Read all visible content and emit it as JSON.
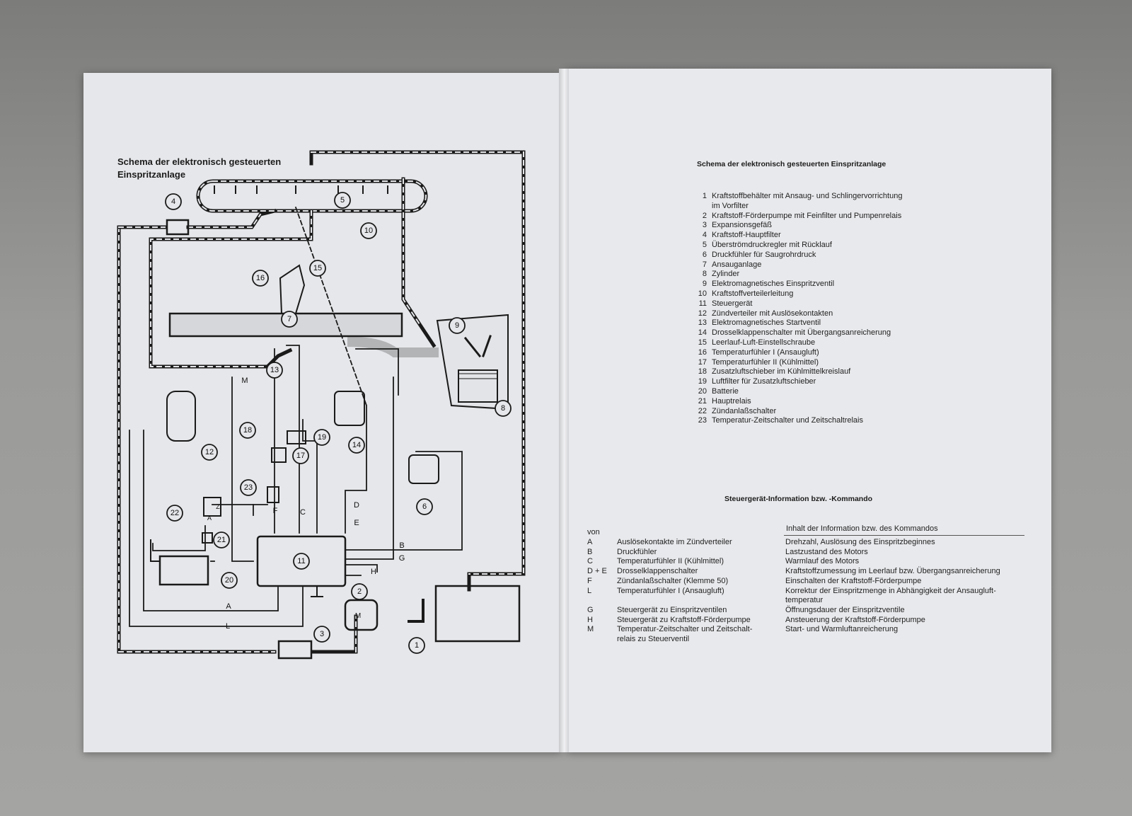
{
  "left_page": {
    "title_line1": "Schema der elektronisch gesteuerten",
    "title_line2": "Einspritzanlage",
    "callouts": [
      "1",
      "2",
      "3",
      "4",
      "5",
      "6",
      "7",
      "8",
      "9",
      "10",
      "11",
      "12",
      "13",
      "14",
      "15",
      "16",
      "17",
      "18",
      "19",
      "20",
      "21",
      "22",
      "23"
    ],
    "line_letters": [
      "A",
      "B",
      "C",
      "D",
      "E",
      "F",
      "G",
      "H",
      "L",
      "M"
    ],
    "switch_letters": [
      "Z",
      "A"
    ],
    "pump_letter": "M"
  },
  "right_page": {
    "list_title": "Schema der elektronisch gesteuerten Einspritzanlage",
    "components": [
      {
        "num": "1",
        "text": "Kraftstoffbehälter mit Ansaug- und Schlingervorrichtung",
        "cont": "im Vorfilter"
      },
      {
        "num": "2",
        "text": "Kraftstoff-Förderpumpe mit Feinfilter und Pumpenrelais"
      },
      {
        "num": "3",
        "text": "Expansionsgefäß"
      },
      {
        "num": "4",
        "text": "Kraftstoff-Hauptfilter"
      },
      {
        "num": "5",
        "text": "Überströmdruckregler mit Rücklauf"
      },
      {
        "num": "6",
        "text": "Druckfühler für Saugrohrdruck"
      },
      {
        "num": "7",
        "text": "Ansauganlage"
      },
      {
        "num": "8",
        "text": "Zylinder"
      },
      {
        "num": "9",
        "text": "Elektromagnetisches Einspritzventil"
      },
      {
        "num": "10",
        "text": "Kraftstoffverteilerleitung"
      },
      {
        "num": "11",
        "text": "Steuergerät"
      },
      {
        "num": "12",
        "text": "Zündverteiler mit Auslösekontakten"
      },
      {
        "num": "13",
        "text": "Elektromagnetisches Startventil"
      },
      {
        "num": "14",
        "text": "Drosselklappenschalter mit Übergangsanreicherung"
      },
      {
        "num": "15",
        "text": "Leerlauf-Luft-Einstellschraube"
      },
      {
        "num": "16",
        "text": "Temperaturfühler I (Ansaugluft)"
      },
      {
        "num": "17",
        "text": "Temperaturfühler II (Kühlmittel)"
      },
      {
        "num": "18",
        "text": "Zusatzluftschieber im Kühlmittelkreislauf"
      },
      {
        "num": "19",
        "text": "Luftfilter für Zusatzluftschieber"
      },
      {
        "num": "20",
        "text": "Batterie"
      },
      {
        "num": "21",
        "text": "Hauptrelais"
      },
      {
        "num": "22",
        "text": "Zündanlaßschalter"
      },
      {
        "num": "23",
        "text": "Temperatur-Zeitschalter und Zeitschaltrelais"
      }
    ],
    "info_title": "Steuergerät-Information bzw. -Kommando",
    "table_head_from": "von",
    "table_head_content": "Inhalt der Information bzw. des Kommandos",
    "info_rows": [
      {
        "code": "A",
        "from": "Auslösekontakte im Zündverteiler",
        "content": "Drehzahl, Auslösung des Einspritzbeginnes"
      },
      {
        "code": "B",
        "from": "Druckfühler",
        "content": "Lastzustand des Motors"
      },
      {
        "code": "C",
        "from": "Temperaturfühler II (Kühlmittel)",
        "content": "Warmlauf des Motors"
      },
      {
        "code": "D + E",
        "from": "Drosselklappenschalter",
        "content": "Kraftstoffzumessung im Leerlauf bzw. Übergangsanreicherung"
      },
      {
        "code": "F",
        "from": "Zündanlaßschalter (Klemme 50)",
        "content": "Einschalten der Kraftstoff-Förderpumpe"
      },
      {
        "code": "L",
        "from": "Temperaturfühler I (Ansaugluft)",
        "content": "Korrektur der Einspritzmenge in Abhängigkeit der Ansaugluft-",
        "content2": "temperatur"
      },
      {
        "code": "G",
        "from": "Steuergerät zu Einspritzventilen",
        "content": "Öffnungsdauer der Einspritzventile"
      },
      {
        "code": "H",
        "from": "Steuergerät zu Kraftstoff-Förderpumpe",
        "content": "Ansteuerung der Kraftstoff-Förderpumpe"
      },
      {
        "code": "M",
        "from": "Temperatur-Zeitschalter und Zeitschalt-",
        "from2": "relais zu Steuerventil",
        "content": "Start- und Warmluftanreicherung"
      }
    ]
  }
}
